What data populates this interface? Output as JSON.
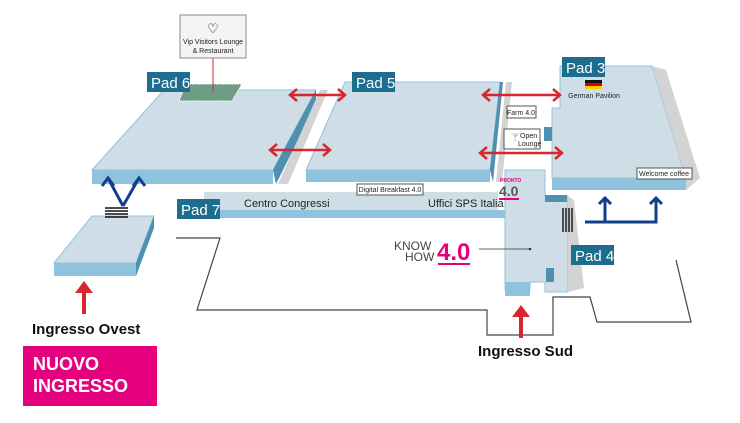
{
  "map": {
    "pads": [
      {
        "id": "pad6",
        "label": "Pad 6"
      },
      {
        "id": "pad5",
        "label": "Pad 5"
      },
      {
        "id": "pad3",
        "label": "Pad 3"
      },
      {
        "id": "pad7",
        "label": "Pad 7"
      },
      {
        "id": "pad4",
        "label": "Pad 4"
      }
    ],
    "vip_box": {
      "line1": "Vip Visitors Lounge",
      "line2": "& Restaurant",
      "icon": "heart-icon"
    },
    "labels": {
      "german_pavilion": "German Pavilion",
      "farm": "Farm 4.0",
      "open_lounge_1": "Open",
      "open_lounge_2": "Lounge",
      "welcome_coffee": "Welcome coffee",
      "digital_breakfast": "Digital Breakfast 4.0",
      "centro_congressi": "Centro Congressi",
      "uffici_sps": "Uffici SPS Italia",
      "pronto_small": "PRONTO",
      "pronto_big": "4.0",
      "knowhow_know": "KNOW",
      "knowhow_how": "HOW",
      "knowhow_num": "4.0"
    },
    "entrances": {
      "ovest": "Ingresso Ovest",
      "sud": "Ingresso Sud"
    },
    "new_entrance": {
      "line1": "NUOVO",
      "line2": "INGRESSO"
    },
    "colors": {
      "floor": "#cfdde6",
      "edge": "#8fc3dd",
      "side": "#4f8faf",
      "pad_label_bg": "#1d6d8e",
      "arrow_red": "#d7262e",
      "arrow_blue": "#123f8c",
      "magenta": "#e5007e"
    }
  }
}
